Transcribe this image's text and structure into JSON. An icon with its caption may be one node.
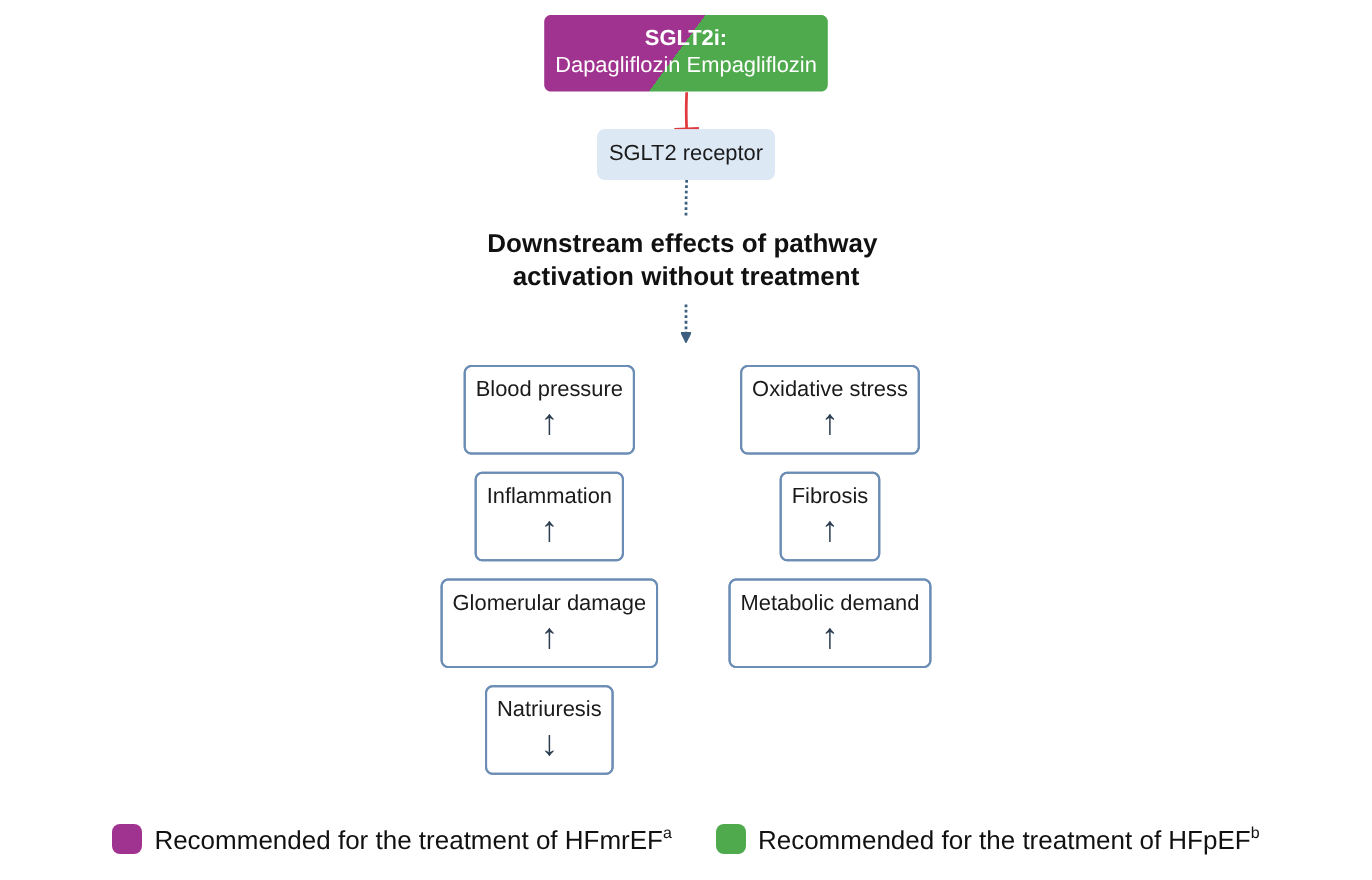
{
  "diagram": {
    "nodes": [
      {
        "text": [
          "SGLT2i:",
          "Dapagliflozin Empagliflozin"
        ]
      },
      {
        "text": [
          "SGLT2 receptor"
        ]
      },
      {
        "text": [
          "Downstream effects of pathway activation without treatment"
        ]
      },
      {
        "text": [
          "Blood pressure",
          "↑"
        ]
      },
      {
        "text": [
          "Oxidative stress",
          "↑"
        ]
      },
      {
        "text": [
          "Inflammation",
          "↑"
        ]
      },
      {
        "text": [
          "Fibrosis",
          "↑"
        ]
      },
      {
        "text": [
          "Glomerular damage",
          "↑"
        ]
      },
      {
        "text": [
          "Metabolic demand",
          "↑"
        ]
      },
      {
        "text": [
          "Natriuresis",
          "↓"
        ]
      }
    ],
    "edges": [
      {
        "from": 0,
        "to": 1,
        "arrow": "other",
        "color": "#e03a3e"
      },
      {
        "from": 1,
        "to": 2,
        "arrow": "none",
        "style": "dashed"
      },
      {
        "from": 2,
        "to": null,
        "arrow": "to",
        "style": "dashed"
      }
    ],
    "legend": [
      {
        "text": "Recommended for the treatment of HFmrEF$^{a}$",
        "color": "#a0338f"
      },
      {
        "text": "Recommended for the treatment of HFpEF$^{b}$",
        "color": "#4fa94d"
      }
    ]
  }
}
